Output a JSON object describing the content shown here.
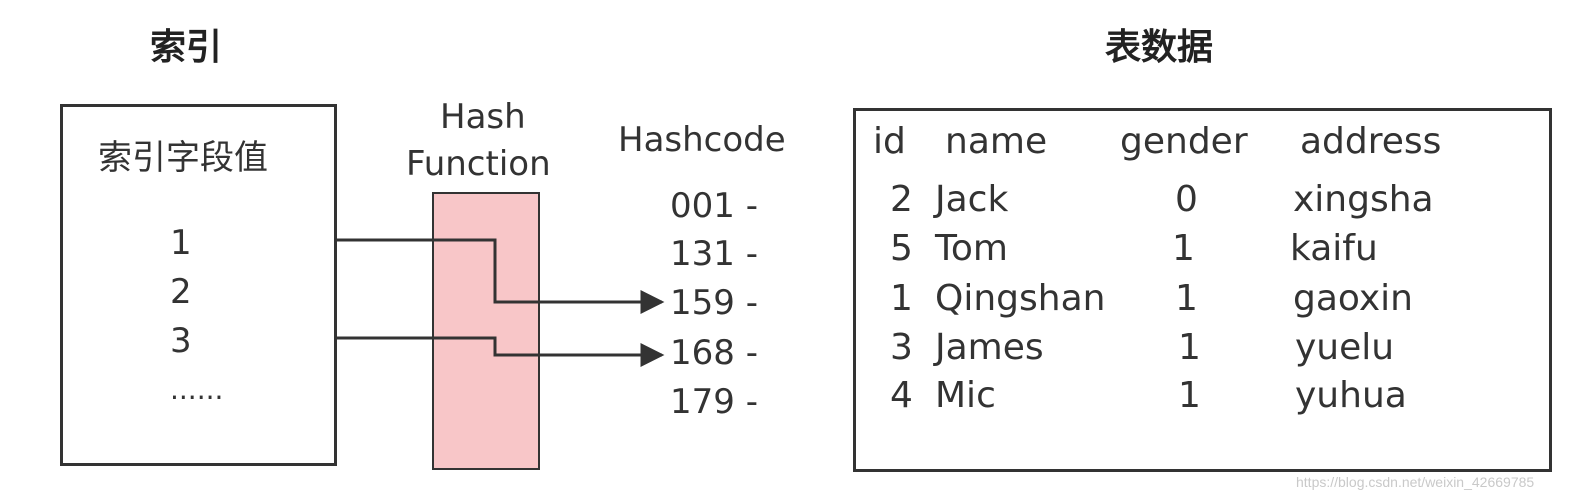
{
  "titles": {
    "index": "索引",
    "table": "表数据"
  },
  "index_box": {
    "heading": "索引字段值",
    "values": [
      "1",
      "2",
      "3",
      "......"
    ]
  },
  "hash_function": {
    "label_line1": "Hash",
    "label_line2": "Function"
  },
  "hashcode": {
    "heading": "Hashcode",
    "codes": [
      "001  -",
      "131  -",
      "159  -",
      "168  -",
      "179  -"
    ]
  },
  "table": {
    "headers": [
      "id",
      "name",
      "gender",
      "address"
    ],
    "rows": [
      [
        "2",
        "Jack",
        "0",
        "xingsha"
      ],
      [
        "5",
        "Tom",
        "1",
        "kaifu"
      ],
      [
        "1",
        "Qingshan",
        "1",
        "gaoxin"
      ],
      [
        "3",
        "James",
        "1",
        "yuelu"
      ],
      [
        "4",
        "Mic",
        "1",
        "yuhua"
      ]
    ]
  },
  "watermark": "https://blog.csdn.net/weixin_42669785",
  "colors": {
    "hash_fill": "#f8c6c8",
    "line": "#333333"
  }
}
